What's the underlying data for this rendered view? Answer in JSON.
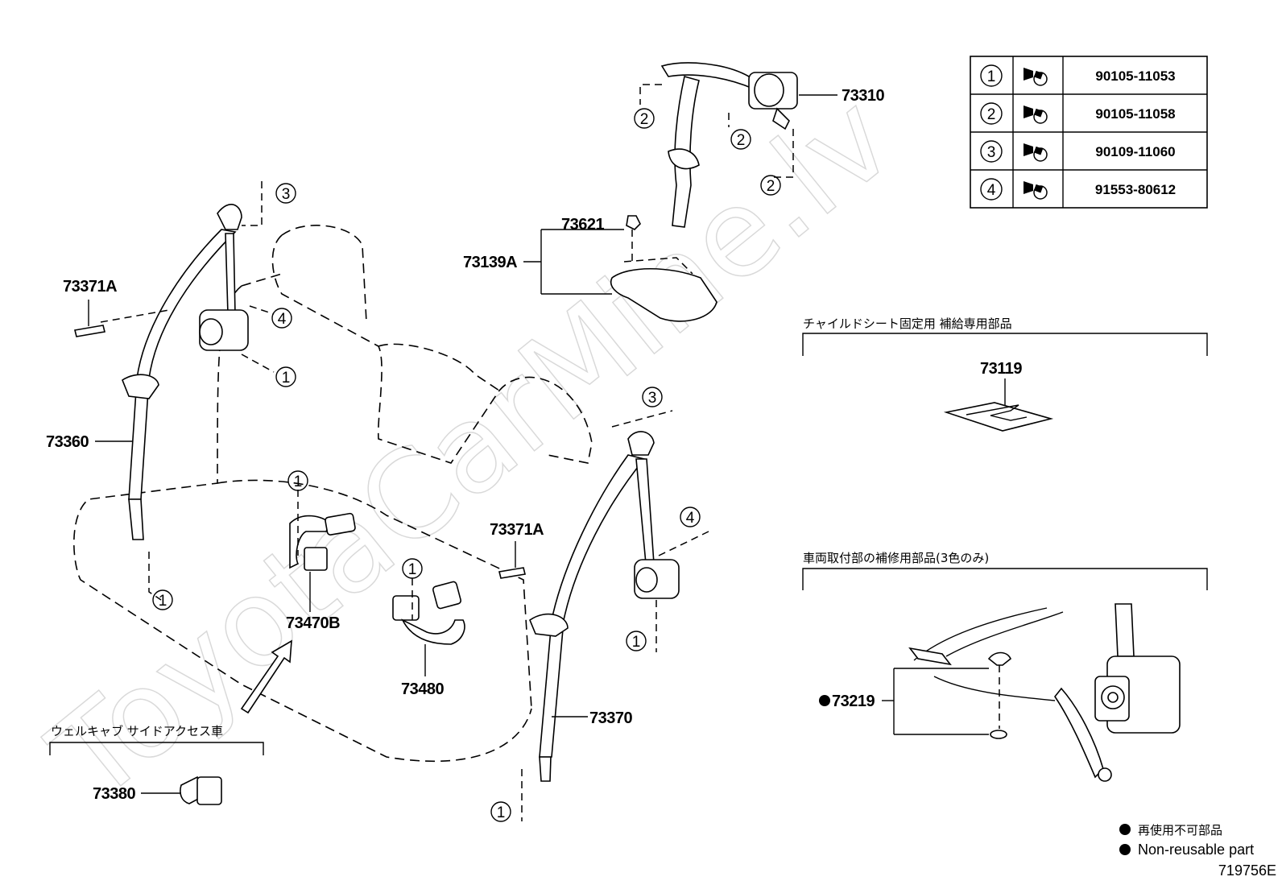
{
  "watermark": "ToyotaCarMine.lv",
  "parts": {
    "p73310": "73310",
    "p73621": "73621",
    "p73139A": "73139A",
    "p73371A_left": "73371A",
    "p73360": "73360",
    "p73371A_right": "73371A",
    "p73470B": "73470B",
    "p73480": "73480",
    "p73370": "73370",
    "p73380": "73380",
    "p73119": "73119",
    "p73219": "73219"
  },
  "callouts": {
    "c1": "1",
    "c2": "2",
    "c3": "3",
    "c4": "4"
  },
  "fastener_table": [
    {
      "ref": "1",
      "part_no": "90105-11053"
    },
    {
      "ref": "2",
      "part_no": "90105-11058"
    },
    {
      "ref": "3",
      "part_no": "90109-11060"
    },
    {
      "ref": "4",
      "part_no": "91553-80612"
    }
  ],
  "captions": {
    "welcab": "ウェルキャブ サイドアクセス車",
    "child_seat": "チャイルドシート固定用 補給専用部品",
    "vehicle_repair": "車両取付部の補修用部品(3色のみ)"
  },
  "legend": {
    "jp": "再使用不可部品",
    "en": "Non-reusable part"
  },
  "figure_id": "719756E"
}
